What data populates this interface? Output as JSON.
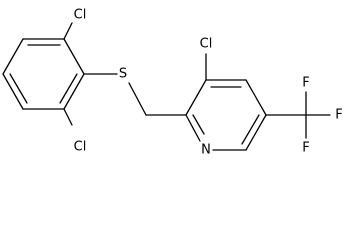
{
  "molecule": {
    "atoms": {
      "cl_top_left": "Cl",
      "sulfur": "S",
      "cl_bottom_left": "Cl",
      "cl_pyridine": "Cl",
      "nitrogen": "N",
      "fluorine_top": "F",
      "fluorine_right": "F",
      "fluorine_bottom": "F"
    }
  }
}
